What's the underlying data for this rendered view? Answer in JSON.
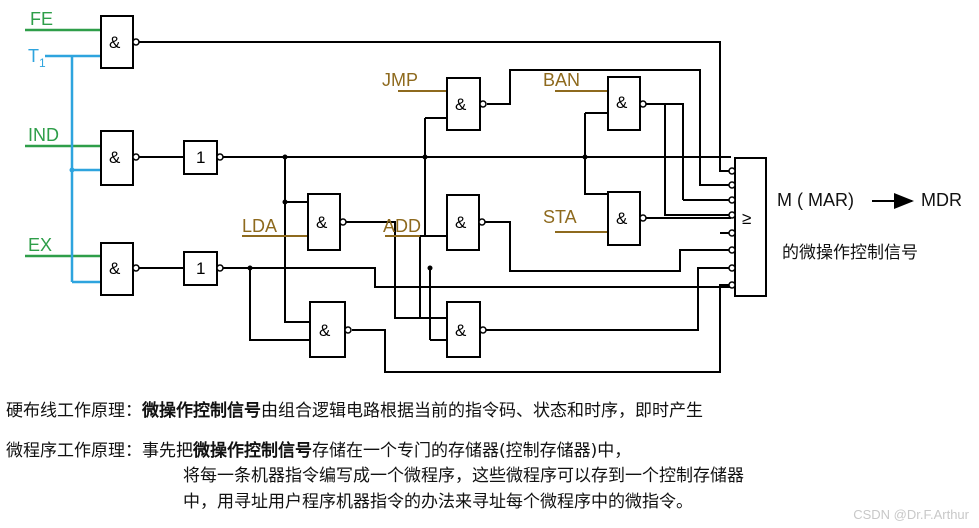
{
  "diagram": {
    "inputs": {
      "fe": "FE",
      "t1": "T",
      "t1_sub": "1",
      "ind": "IND",
      "ex": "EX",
      "jmp": "JMP",
      "lda": "LDA",
      "add": "ADD",
      "ban": "BAN",
      "sta": "STA"
    },
    "gate_symbols": {
      "and": "&",
      "not": "1",
      "or": "≥"
    },
    "output": {
      "label_part1": "M ( MAR)",
      "label_part2": "MDR",
      "caption": "的微操作控制信号"
    },
    "colors": {
      "green": "#2e9e49",
      "blue": "#2ea4de",
      "brown": "#8e6a1e",
      "black": "#000000"
    }
  },
  "text": {
    "line1_prefix": "硬布线工作原理：",
    "line1_bold": "微操作控制信号",
    "line1_rest": "由组合逻辑电路根据当前的指令码、状态和时序，即时产生",
    "line2_prefix": "微程序工作原理：事先把",
    "line2_bold": "微操作控制信号",
    "line2_rest": "存储在一个专门的存储器(控制存储器)中，",
    "line3": "将每一条机器指令编写成一个微程序，这些微程序可以存到一个控制存储器",
    "line4": "中，用寻址用户程序机器指令的办法来寻址每个微程序中的微指令。"
  },
  "watermark": "CSDN @Dr.F.Arthur"
}
